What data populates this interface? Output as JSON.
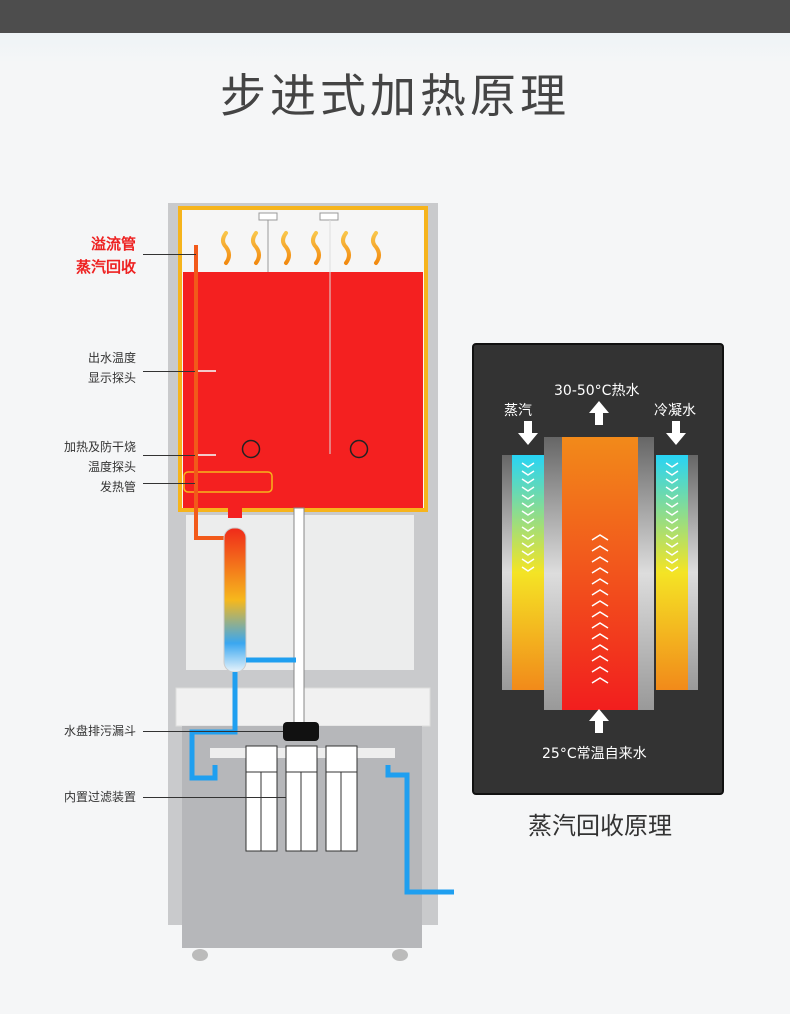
{
  "header": {
    "title": "步进式加热原理"
  },
  "machine_labels": {
    "overflow_pipe": "溢流管",
    "steam_recovery": "蒸汽回收",
    "outlet_probe_line1": "出水温度",
    "outlet_probe_line2": "显示探头",
    "heating_probe_line1": "加热及防干烧",
    "heating_probe_line2": "温度探头",
    "heating_tube": "发热管",
    "drain_funnel": "水盘排污漏斗",
    "filter": "内置过滤装置"
  },
  "steam_panel": {
    "hot_water": "30-50°C热水",
    "steam": "蒸汽",
    "condensate": "冷凝水",
    "tap_water": "25°C常温自来水",
    "caption": "蒸汽回收原理"
  },
  "colors": {
    "tank_red": "#f42020",
    "frame_yellow": "#f6b41c",
    "pipe_blue": "#1f9ff0",
    "pipe_orange": "#f25a1a"
  }
}
